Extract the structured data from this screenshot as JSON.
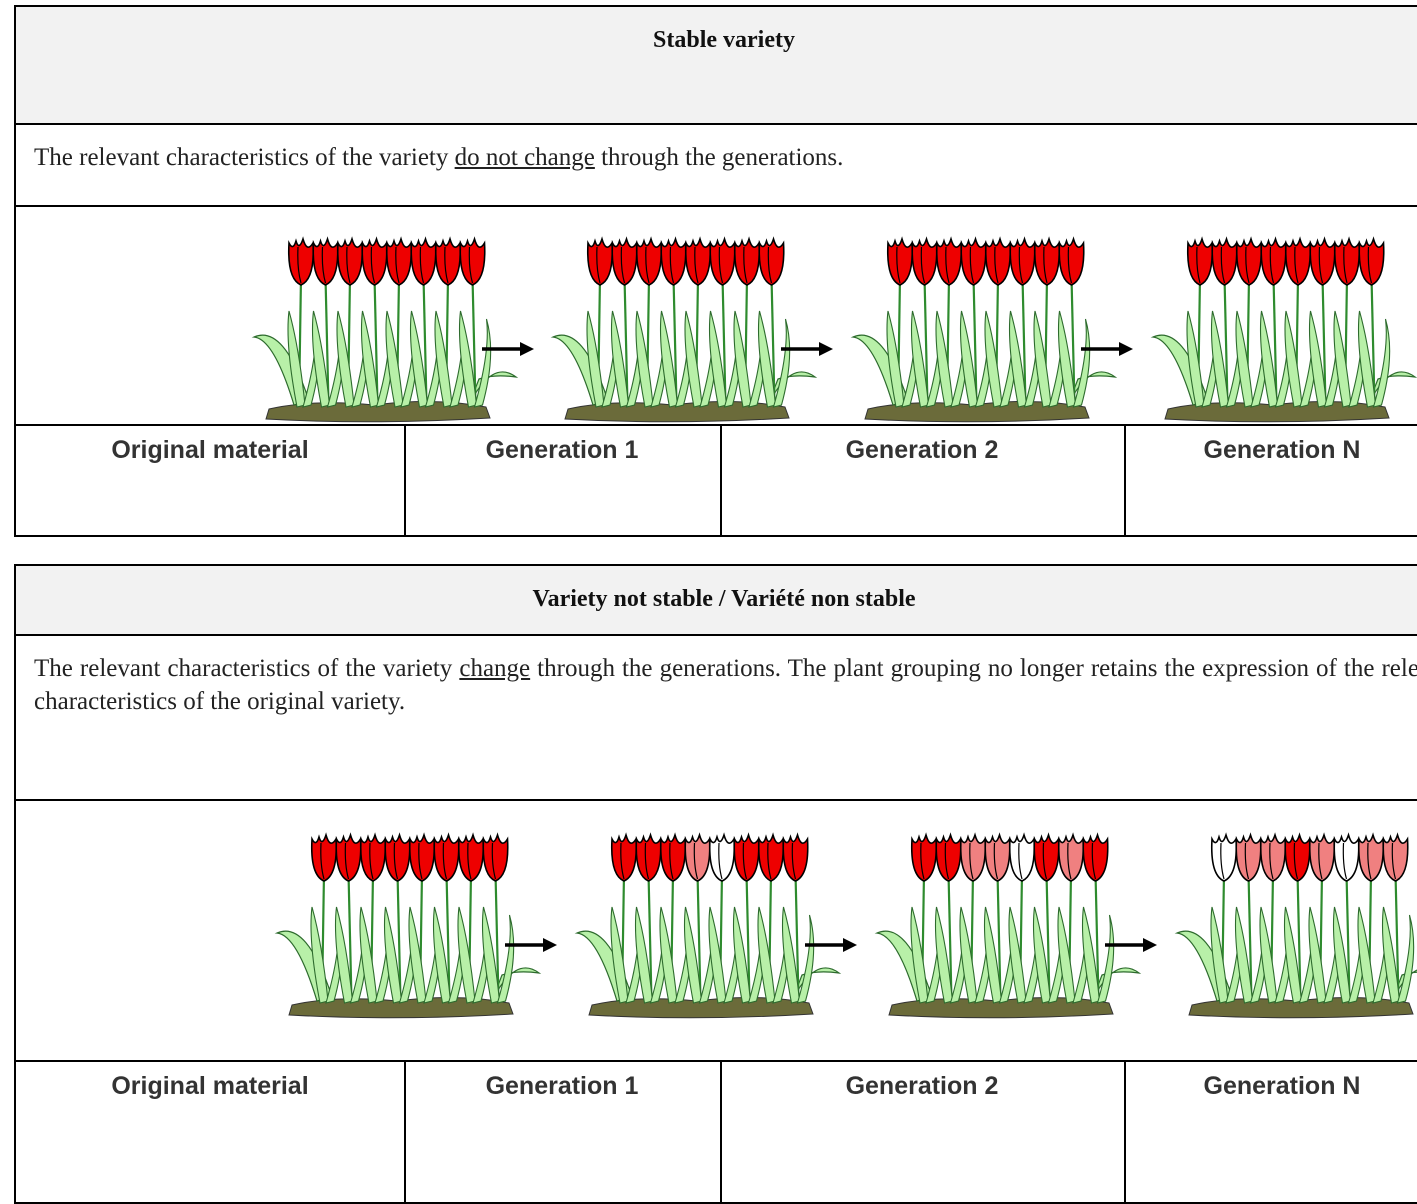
{
  "stable": {
    "title": "Stable variety",
    "description": {
      "before": "The relevant characteristics of the variety ",
      "underlined": "do not change",
      "after": " through the generations."
    },
    "labels": [
      "Original material",
      "Generation 1",
      "Generation 2",
      "Generation N"
    ],
    "flower_colors": [
      [
        "red",
        "red",
        "red",
        "red",
        "red",
        "red",
        "red",
        "red"
      ],
      [
        "red",
        "red",
        "red",
        "red",
        "red",
        "red",
        "red",
        "red"
      ],
      [
        "red",
        "red",
        "red",
        "red",
        "red",
        "red",
        "red",
        "red"
      ],
      [
        "red",
        "red",
        "red",
        "red",
        "red",
        "red",
        "red",
        "red"
      ]
    ]
  },
  "unstable": {
    "title": "Variety not stable / Variété non stable",
    "description": {
      "before": "The relevant characteristics of the variety ",
      "underlined": "change",
      "after": " through the generations.  The plant grouping no longer retains the expression of the relevant characteristics of the original variety."
    },
    "labels": [
      "Original material",
      "Generation 1",
      "Generation 2",
      "Generation N"
    ],
    "flower_colors": [
      [
        "red",
        "red",
        "red",
        "red",
        "red",
        "red",
        "red",
        "red"
      ],
      [
        "red",
        "red",
        "red",
        "pink",
        "white",
        "red",
        "red",
        "red"
      ],
      [
        "red",
        "red",
        "pink",
        "pink",
        "white",
        "red",
        "pink",
        "red"
      ],
      [
        "white",
        "pink",
        "pink",
        "red",
        "pink",
        "white",
        "pink",
        "pink"
      ]
    ]
  },
  "colors": {
    "red": "#ee0000",
    "pink": "#f08080",
    "white": "#ffffff",
    "leaf": "#b8f0a8",
    "stem": "#2e8b2e",
    "soil": "#6b6b3a"
  }
}
